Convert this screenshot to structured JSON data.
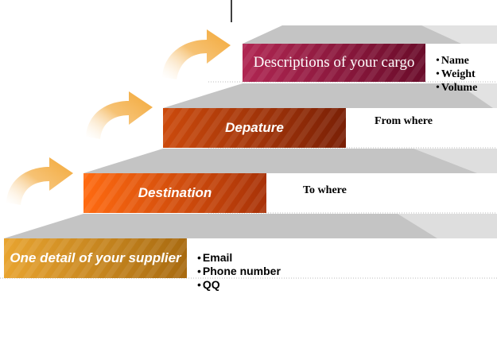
{
  "steps": [
    {
      "label": "One detail of your supplier",
      "colors": {
        "face": "#d89420",
        "dark": "#7a4f08"
      },
      "notes": [
        "Email",
        "Phone number",
        "QQ"
      ]
    },
    {
      "label": "Destination",
      "colors": {
        "face": "#f05a10",
        "dark": "#9a2a08"
      },
      "note": "To where"
    },
    {
      "label": "Depature",
      "colors": {
        "face": "#c24008",
        "dark": "#6e1804"
      },
      "note": "From where"
    },
    {
      "label": "Descriptions of your cargo",
      "colors": {
        "face": "#a8204a",
        "dark": "#5c0a24"
      },
      "notes": [
        "Name",
        "Weight",
        "Volume"
      ]
    }
  ],
  "colors": {
    "stair_top": "#c8c8c8",
    "stair_side": "#e4e4e4",
    "arrow": "#f6c274"
  }
}
